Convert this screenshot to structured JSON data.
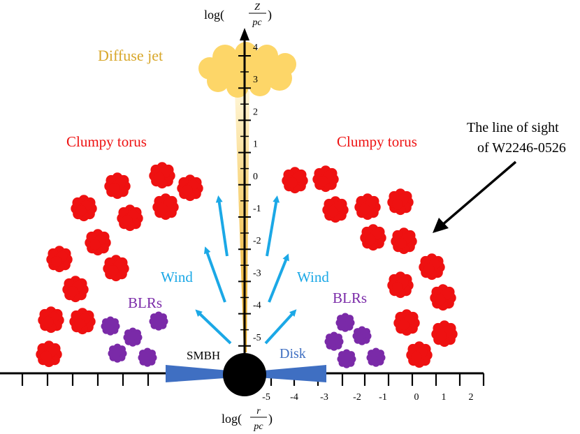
{
  "labels": {
    "diffuse_jet": "Diffuse jet",
    "clumpy_torus_left": "Clumpy torus",
    "clumpy_torus_right": "Clumpy torus",
    "wind_left": "Wind",
    "wind_right": "Wind",
    "blrs_left": "BLRs",
    "blrs_right": "BLRs",
    "smbh": "SMBH",
    "disk": "Disk",
    "line_of_sight_1": "The line of sight",
    "line_of_sight_2": "of W2246-0526"
  },
  "vertical_axis": {
    "label_prefix": "log(",
    "label_num": "Z",
    "label_den": "pc",
    "label_suffix": ")",
    "ticks": [
      "4",
      "3",
      "2",
      "1",
      "0",
      "-1",
      "-2",
      "-3",
      "-4",
      "-5"
    ]
  },
  "horizontal_axis": {
    "label_prefix": "log(",
    "label_num": "r",
    "label_den": "pc",
    "label_suffix": ")",
    "ticks": [
      "-5",
      "-4",
      "-3",
      "-2",
      "-1",
      "0",
      "1",
      "2"
    ]
  },
  "colors": {
    "torus": "#ee1111",
    "blr": "#7a2aa8",
    "wind": "#1ba8e6",
    "disk": "#3f6fc2",
    "jet_text": "#d8a72a",
    "jet_cloud": "#fdd668",
    "jet_cone": "#f5c64f",
    "black": "#000000"
  }
}
